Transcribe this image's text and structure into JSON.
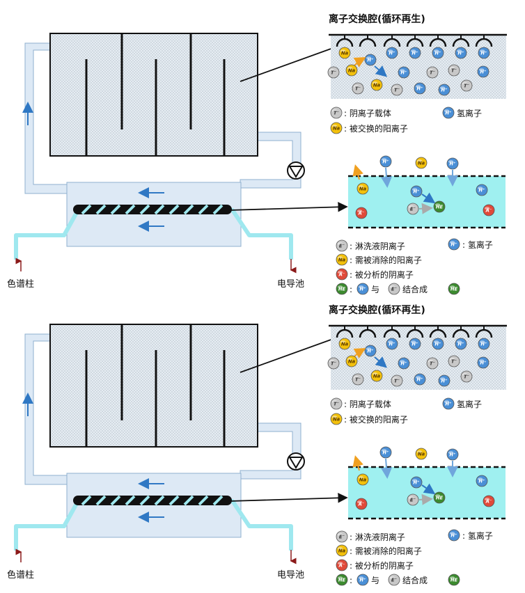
{
  "panels": [
    {
      "chamber_title": "离子交换腔(循环再生)",
      "column_label": "色谱柱",
      "detector_label": "电导池",
      "ions": {
        "na": "Na",
        "h": "H⁺",
        "t": "T⁻",
        "e": "E⁻",
        "a": "A⁻",
        "he": "HE"
      },
      "legend_top": {
        "carrier": ": 阴离子载体",
        "hydrogen": "氢离子",
        "exchanged_cation": ": 被交换的阳离子"
      },
      "legend_bottom": {
        "eluent_anion": ": 淋洗液阴离子",
        "hydrogen": ":  氢离子",
        "cation_to_remove": ": 需被消除的阳离子",
        "analyte_anion": ": 被分析的阴离子",
        "combine_with": "与",
        "combine_result": "结合成"
      }
    },
    {
      "chamber_title": "离子交换腔(循环再生)",
      "column_label": "色谱柱",
      "detector_label": "电导池",
      "ions": {
        "na": "Na",
        "h": "H⁺",
        "t": "T⁻",
        "e": "E⁻",
        "a": "A⁻",
        "he": "HE"
      },
      "legend_top": {
        "carrier": ": 阴离子载体",
        "hydrogen": "氢离子",
        "exchanged_cation": ": 被交换的阳离子"
      },
      "legend_bottom": {
        "eluent_anion": ": 淋洗液阴离子",
        "hydrogen": ":  氢离子",
        "cation_to_remove": ": 需被消除的阳离子",
        "analyte_anion": ": 被分析的阴离子",
        "combine_with": "与",
        "combine_result": "结合成"
      }
    }
  ],
  "colors": {
    "chamber_fill": "#d9e4ee",
    "tube": "#dde9f5",
    "tube_edge": "#8fb0cf",
    "cyan_tube": "#9fe8ef",
    "membrane_fill": "#9ff0f0",
    "sodium": "#f3c10d",
    "hydrogen": "#4a8fd6",
    "carrier": "#c8c8c8",
    "analyte": "#e04a3a",
    "product": "#3b8a2e",
    "arrow_blue": "#2f78c4",
    "arrow_orange": "#f0a020"
  }
}
